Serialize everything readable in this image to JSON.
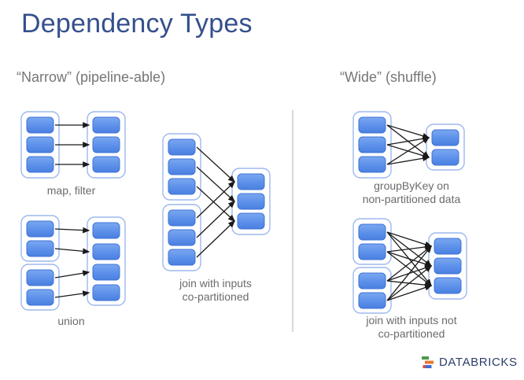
{
  "slide": {
    "title": "Dependency Types",
    "background_color": "#ffffff",
    "title_color": "#34508c"
  },
  "columns": {
    "narrow": {
      "heading": "“Narrow” (pipeline-able)"
    },
    "wide": {
      "heading": "“Wide” (shuffle)"
    }
  },
  "divider": {
    "color": "#d9d9d9",
    "orientation": "vertical"
  },
  "figures": [
    {
      "id": "map-filter",
      "caption": "map, filter",
      "column": "narrow",
      "source_containers": [
        3
      ],
      "target_containers": [
        3
      ],
      "edges": [
        [
          0,
          0
        ],
        [
          1,
          1
        ],
        [
          2,
          2
        ]
      ]
    },
    {
      "id": "union",
      "caption": "union",
      "column": "narrow",
      "source_containers": [
        2,
        2
      ],
      "target_containers": [
        4
      ],
      "edges": [
        [
          0,
          0
        ],
        [
          1,
          1
        ],
        [
          2,
          2
        ],
        [
          3,
          3
        ]
      ]
    },
    {
      "id": "join-co-partitioned",
      "caption": "join with inputs\nco-partitioned",
      "column": "narrow",
      "source_containers": [
        3,
        3
      ],
      "target_containers": [
        3
      ],
      "edges": [
        [
          0,
          0
        ],
        [
          1,
          1
        ],
        [
          2,
          2
        ],
        [
          3,
          0
        ],
        [
          4,
          1
        ],
        [
          5,
          2
        ]
      ]
    },
    {
      "id": "groupbykey",
      "caption": "groupByKey on\nnon-partitioned data",
      "column": "wide",
      "source_containers": [
        3
      ],
      "target_containers": [
        2
      ],
      "edges": [
        [
          0,
          0
        ],
        [
          0,
          1
        ],
        [
          1,
          0
        ],
        [
          1,
          1
        ],
        [
          2,
          0
        ],
        [
          2,
          1
        ]
      ]
    },
    {
      "id": "join-not-co-partitioned",
      "caption": "join with inputs not\nco-partitioned",
      "column": "wide",
      "source_containers": [
        2,
        2
      ],
      "target_containers": [
        3
      ],
      "edges": [
        [
          0,
          0
        ],
        [
          0,
          1
        ],
        [
          0,
          2
        ],
        [
          1,
          0
        ],
        [
          1,
          1
        ],
        [
          1,
          2
        ],
        [
          2,
          0
        ],
        [
          2,
          1
        ],
        [
          2,
          2
        ],
        [
          3,
          0
        ],
        [
          3,
          1
        ],
        [
          3,
          2
        ]
      ]
    }
  ],
  "palette": {
    "partition_fill_top": "#7ba7f0",
    "partition_fill_bottom": "#4a7fe0",
    "partition_stroke": "#3f74d8",
    "container_stroke": "#9db8ee",
    "edge_color": "#1a1a1a",
    "caption_color": "#6b6b6b",
    "heading_color": "#767676"
  },
  "branding": {
    "wordmark": "DATABRICKS",
    "wordmark_color": "#2c3e6b",
    "mark_colors": [
      "#4c9a4c",
      "#e8762c",
      "#d94f3d",
      "#3b6fd4"
    ]
  }
}
